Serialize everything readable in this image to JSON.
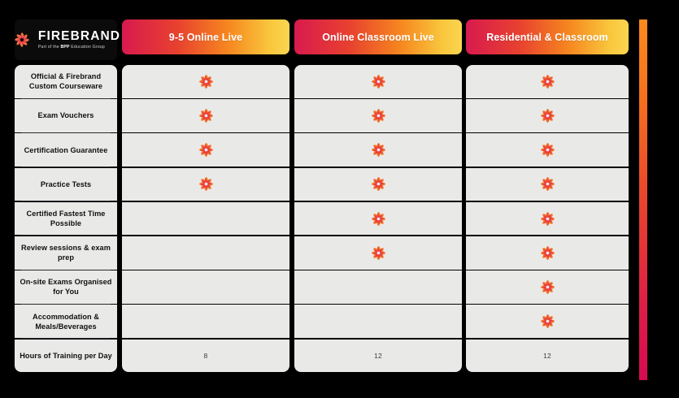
{
  "brand": {
    "name": "FIREBRAND",
    "tagline_before": "Part of the ",
    "tagline_bold": "BPP",
    "tagline_after": " Education Group",
    "logo_icon": "firebrand-swirl-icon"
  },
  "theme": {
    "gradient_start": "#d81a4e",
    "gradient_mid": "#f6861f",
    "gradient_end": "#fad551",
    "cell_background": "#e9e9e8",
    "page_background": "#000000",
    "label_text": "#111111"
  },
  "columns": [
    {
      "label": "9-5 Online Live"
    },
    {
      "label": "Online Classroom Live"
    },
    {
      "label": "Residential & Classroom"
    }
  ],
  "rows": [
    {
      "label": "Official & Firebrand Custom Courseware",
      "values": [
        "check",
        "check",
        "check"
      ]
    },
    {
      "label": "Exam Vouchers",
      "values": [
        "check",
        "check",
        "check"
      ]
    },
    {
      "label": "Certification Guarantee",
      "values": [
        "check",
        "check",
        "check"
      ]
    },
    {
      "label": "Practice Tests",
      "values": [
        "check",
        "check",
        "check"
      ]
    },
    {
      "label": "Certified Fastest Time Possible",
      "values": [
        "",
        "check",
        "check"
      ]
    },
    {
      "label": "Review sessions & exam prep",
      "values": [
        "",
        "check",
        "check"
      ]
    },
    {
      "label": "On-site Exams Organised for You",
      "values": [
        "",
        "",
        "check"
      ]
    },
    {
      "label": "Accommodation & Meals/Beverages",
      "values": [
        "",
        "",
        "check"
      ]
    },
    {
      "label": "Hours of Training per Day",
      "values": [
        "8",
        "12",
        "12"
      ]
    }
  ],
  "scrollbar": {
    "name": "vertical-scrollbar",
    "thumb_gradient_top": "#fb8a1e",
    "thumb_gradient_bottom": "#d60a52"
  }
}
